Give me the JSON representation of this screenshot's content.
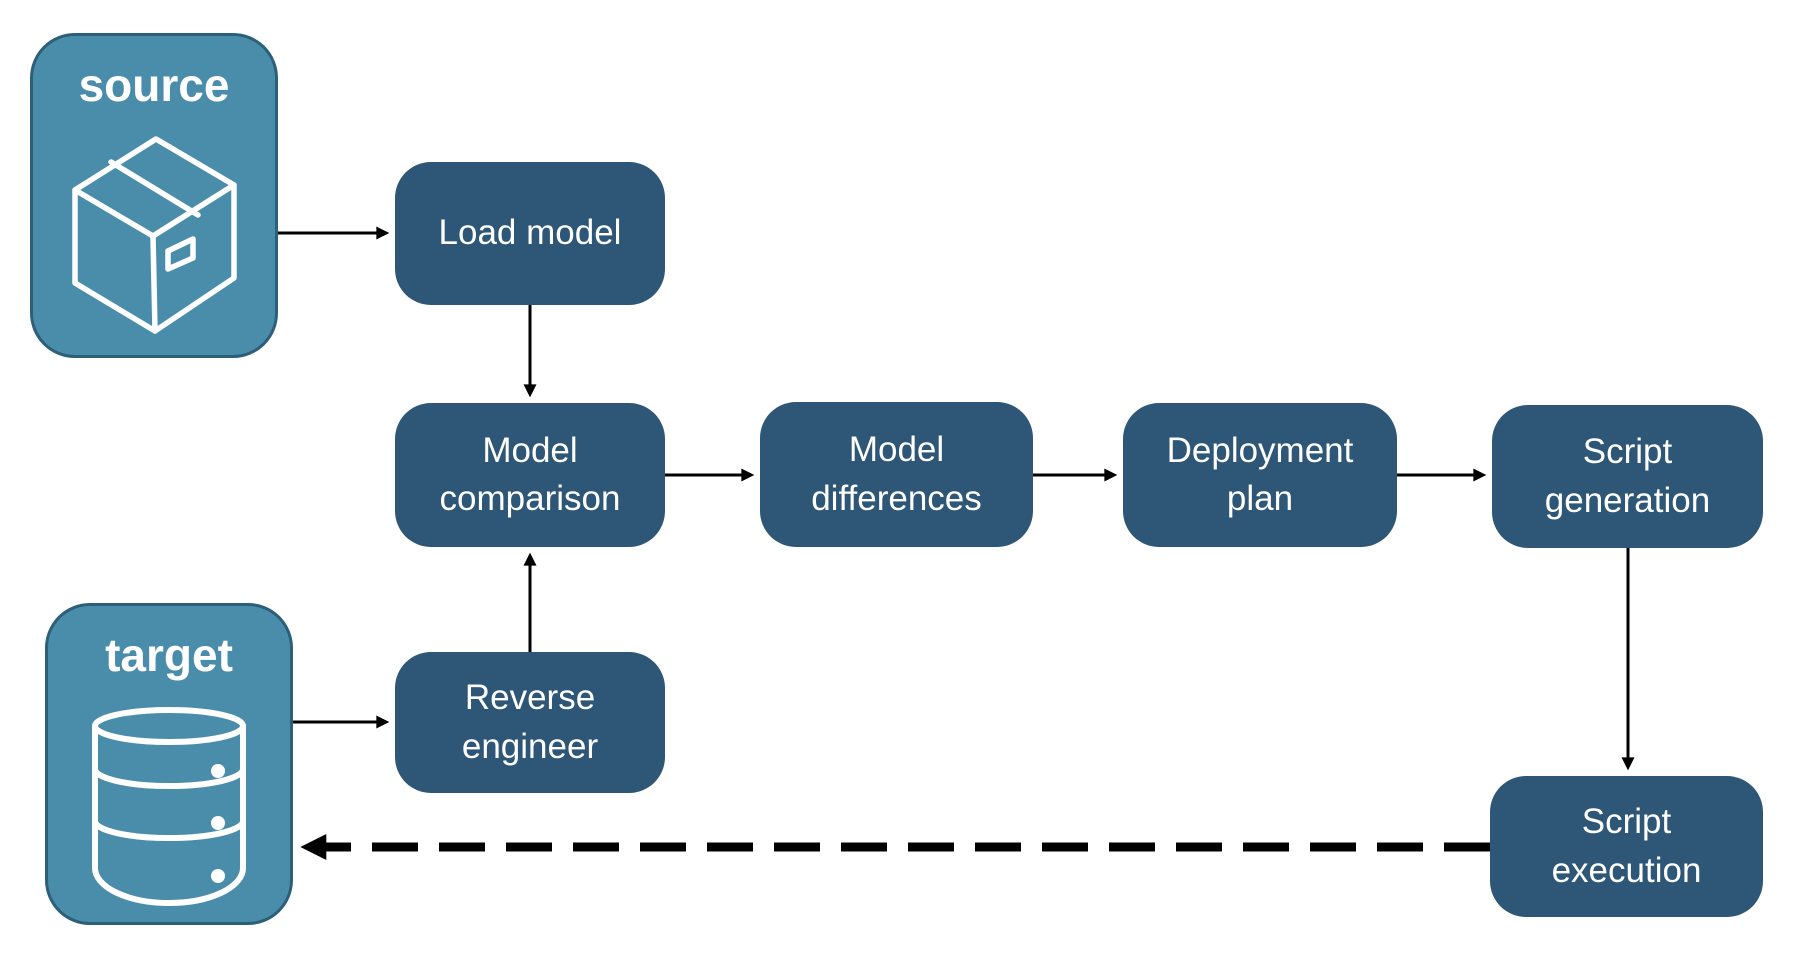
{
  "diagram": {
    "background_color": "#ffffff",
    "colors": {
      "node_fill": "#2d5677",
      "endpoint_fill": "#4a8dab",
      "endpoint_border": "#2c5f78",
      "arrow": "#000000",
      "label_text": "#ffffff"
    },
    "endpoints": [
      {
        "id": "source",
        "label": "source",
        "icon": "package-icon"
      },
      {
        "id": "target",
        "label": "target",
        "icon": "database-icon"
      }
    ],
    "nodes": [
      {
        "id": "load-model",
        "label": "Load model"
      },
      {
        "id": "model-comparison",
        "label": "Model comparison"
      },
      {
        "id": "model-differences",
        "label": "Model differences"
      },
      {
        "id": "deployment-plan",
        "label": "Deployment plan"
      },
      {
        "id": "script-generation",
        "label": "Script generation"
      },
      {
        "id": "reverse-engineer",
        "label": "Reverse engineer"
      },
      {
        "id": "script-execution",
        "label": "Script execution"
      }
    ],
    "edges": [
      {
        "from": "source",
        "to": "load-model",
        "style": "solid"
      },
      {
        "from": "load-model",
        "to": "model-comparison",
        "style": "solid"
      },
      {
        "from": "model-comparison",
        "to": "model-differences",
        "style": "solid"
      },
      {
        "from": "model-differences",
        "to": "deployment-plan",
        "style": "solid"
      },
      {
        "from": "deployment-plan",
        "to": "script-generation",
        "style": "solid"
      },
      {
        "from": "script-generation",
        "to": "script-execution",
        "style": "solid"
      },
      {
        "from": "target",
        "to": "reverse-engineer",
        "style": "solid"
      },
      {
        "from": "reverse-engineer",
        "to": "model-comparison",
        "style": "solid"
      },
      {
        "from": "script-execution",
        "to": "target",
        "style": "dashed"
      }
    ]
  }
}
